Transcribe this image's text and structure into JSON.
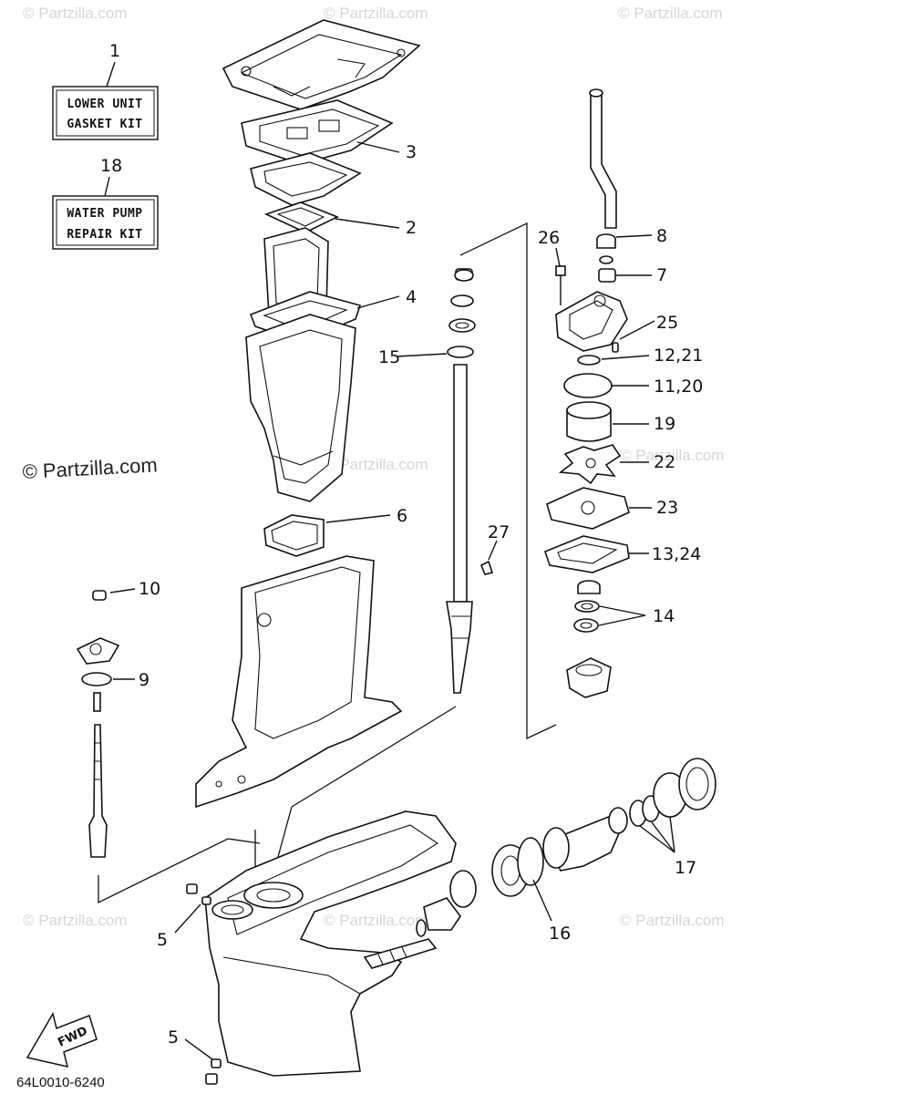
{
  "kits": [
    {
      "number": "1",
      "lines": [
        "LOWER UNIT",
        "GASKET KIT"
      ]
    },
    {
      "number": "18",
      "lines": [
        "WATER PUMP",
        "REPAIR KIT"
      ]
    }
  ],
  "callouts": {
    "c3": "3",
    "c2": "2",
    "c4": "4",
    "c6": "6",
    "c15": "15",
    "c26": "26",
    "c8": "8",
    "c7": "7",
    "c25": "25",
    "c12_21": "12,21",
    "c11_20": "11,20",
    "c19": "19",
    "c22": "22",
    "c23": "23",
    "c27": "27",
    "c13_24": "13,24",
    "c14": "14",
    "c10": "10",
    "c9": "9",
    "c17": "17",
    "c16": "16",
    "c5a": "5",
    "c5b": "5"
  },
  "watermark": "© Partzilla.com",
  "watermark_main": "© Partzilla.com",
  "fwd_label": "FWD",
  "diagram_code": "64L0010-6240"
}
